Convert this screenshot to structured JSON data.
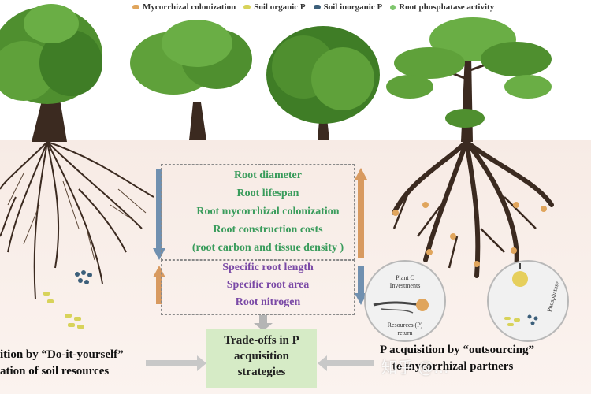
{
  "legend": [
    {
      "label": "Mycorrhizal colonization",
      "color": "#e0a55c"
    },
    {
      "label": "Soil organic P",
      "color": "#d8d35a"
    },
    {
      "label": "Soil inorganic P",
      "color": "#3c5f7a"
    },
    {
      "label": "Root phosphatase activity",
      "color": "#7fc66d"
    }
  ],
  "traits_top": [
    "Root diameter",
    "Root lifespan",
    "Root mycorrhizal colonization",
    "Root  construction costs",
    "(root carbon and tissue density )"
  ],
  "traits_bottom": [
    "Specific root length",
    "Specific root area",
    "Root nitrogen"
  ],
  "center_box": {
    "line1": "Trade-offs in P",
    "line2": "acquisition",
    "line3": "strategies"
  },
  "left_caption": {
    "line1": "ition by “Do-it-yourself”",
    "line2": "ation of soil resources"
  },
  "right_caption": {
    "line1": "P acquisition by “outsourcing”",
    "line2": "to mycorrhizal partners"
  },
  "circle_left": {
    "label_top": "Plant C",
    "label_top2": "Investments",
    "label_bottom": "Resources (P)",
    "label_bottom2": "return"
  },
  "circle_right": {
    "label_side": "Phosphatase"
  },
  "watermark": "知乎 @..."
}
